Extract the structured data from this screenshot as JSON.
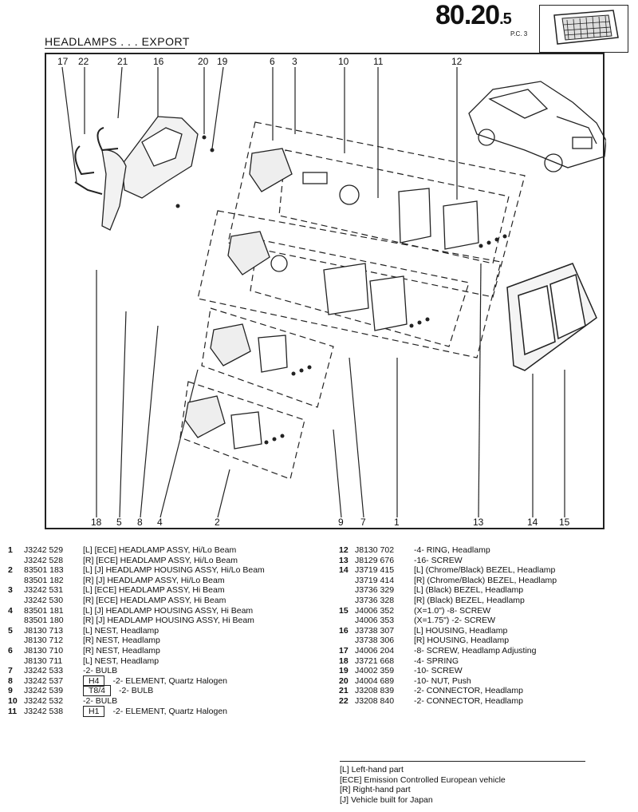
{
  "header": {
    "code_main": "80.20",
    "code_sub": ".5",
    "pc": "P.C. 3",
    "section_title": "HEADLAMPS . . . EXPORT"
  },
  "callouts_top": [
    "17",
    "22",
    "21",
    "16",
    "20",
    "19",
    "6",
    "3",
    "10",
    "11",
    "12"
  ],
  "callouts_bottom": [
    "18",
    "5",
    "8",
    "4",
    "2",
    "9",
    "7",
    "1",
    "13",
    "14",
    "15"
  ],
  "parts_left": [
    {
      "idx": "1",
      "pn": "J3242 529",
      "desc": "[L] [ECE]   HEADLAMP ASSY, Hi/Lo Beam"
    },
    {
      "idx": "",
      "pn": "J3242 528",
      "desc": "[R] [ECE]   HEADLAMP ASSY, Hi/Lo Beam"
    },
    {
      "idx": "2",
      "pn": "83501 183",
      "desc": "[L] [J]   HEADLAMP HOUSING ASSY, Hi/Lo Beam"
    },
    {
      "idx": "",
      "pn": "83501 182",
      "desc": "[R] [J]   HEADLAMP ASSY, Hi/Lo Beam"
    },
    {
      "idx": "3",
      "pn": "J3242 531",
      "desc": "[L] [ECE]   HEADLAMP ASSY, Hi Beam"
    },
    {
      "idx": "",
      "pn": "J3242 530",
      "desc": "[R] [ECE]   HEADLAMP ASSY, Hi Beam"
    },
    {
      "idx": "4",
      "pn": "83501 181",
      "desc": "[L] [J]   HEADLAMP HOUSING ASSY, Hi Beam"
    },
    {
      "idx": "",
      "pn": "83501 180",
      "desc": "[R] [J]   HEADLAMP HOUSING ASSY, Hi Beam"
    },
    {
      "idx": "5",
      "pn": "J8130 713",
      "desc": "[L]   NEST, Headlamp"
    },
    {
      "idx": "",
      "pn": "J8130 712",
      "desc": "[R]   NEST, Headlamp"
    },
    {
      "idx": "6",
      "pn": "J8130 710",
      "desc": "[R]   NEST, Headlamp"
    },
    {
      "idx": "",
      "pn": "J8130 711",
      "desc": "[L]   NEST, Headlamp"
    },
    {
      "idx": "7",
      "pn": "J3242 533",
      "desc": "     -2- BULB"
    },
    {
      "idx": "8",
      "pn": "J3242 537",
      "desc": "H4",
      "desc2": "-2- ELEMENT, Quartz Halogen"
    },
    {
      "idx": "9",
      "pn": "J3242 539",
      "desc": "T8/4",
      "desc2": "-2- BULB"
    },
    {
      "idx": "10",
      "pn": "J3242 532",
      "desc": "     -2- BULB"
    },
    {
      "idx": "11",
      "pn": "J3242 538",
      "desc": "H1",
      "desc2": "-2- ELEMENT, Quartz Halogen"
    }
  ],
  "parts_right": [
    {
      "idx": "12",
      "pn": "J8130 702",
      "desc": "     -4- RING, Headlamp"
    },
    {
      "idx": "13",
      "pn": "J8129 676",
      "desc": "     -16- SCREW"
    },
    {
      "idx": "14",
      "pn": "J3719 415",
      "desc": "[L] (Chrome/Black)   BEZEL, Headlamp"
    },
    {
      "idx": "",
      "pn": "J3719 414",
      "desc": "[R] (Chrome/Black)   BEZEL, Headlamp"
    },
    {
      "idx": "",
      "pn": "J3736 329",
      "desc": "[L] (Black)   BEZEL, Headlamp"
    },
    {
      "idx": "",
      "pn": "J3736 328",
      "desc": "[R] (Black)   BEZEL, Headlamp"
    },
    {
      "idx": "15",
      "pn": "J4006 352",
      "desc": "(X=1.0\")   -8- SCREW"
    },
    {
      "idx": "",
      "pn": "J4006 353",
      "desc": "(X=1.75\")   -2- SCREW"
    },
    {
      "idx": "16",
      "pn": "J3738 307",
      "desc": "[L]   HOUSING, Headlamp"
    },
    {
      "idx": "",
      "pn": "J3738 306",
      "desc": "[R]   HOUSING, Headlamp"
    },
    {
      "idx": "17",
      "pn": "J4006 204",
      "desc": "     -8- SCREW, Headlamp Adjusting"
    },
    {
      "idx": "18",
      "pn": "J3721 668",
      "desc": "     -4- SPRING"
    },
    {
      "idx": "19",
      "pn": "J4002 359",
      "desc": "     -10- SCREW"
    },
    {
      "idx": "20",
      "pn": "J4004 689",
      "desc": "     -10- NUT, Push"
    },
    {
      "idx": "21",
      "pn": "J3208 839",
      "desc": "     -2- CONNECTOR, Headlamp"
    },
    {
      "idx": "22",
      "pn": "J3208 840",
      "desc": "     -2- CONNECTOR, Headlamp"
    }
  ],
  "legend": [
    "[L] Left-hand part",
    "[ECE] Emission Controlled European vehicle",
    "[R] Right-hand part",
    "[J] Vehicle built for Japan"
  ]
}
